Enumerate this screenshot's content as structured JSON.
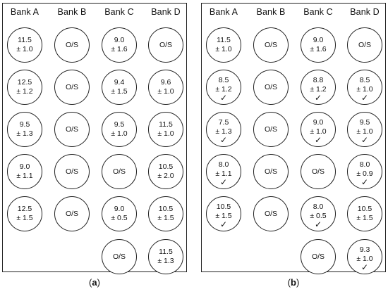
{
  "panels": [
    {
      "id": "a",
      "caption": {
        "open": "(",
        "letter": "a",
        "close": ")"
      },
      "headers": [
        "Bank A",
        "Bank B",
        "Bank C",
        "Bank D"
      ],
      "rows": [
        [
          {
            "l1": "11.5",
            "l2": "± 1.0",
            "check": ""
          },
          {
            "l1": "O/S",
            "l2": "",
            "check": ""
          },
          {
            "l1": "9.0",
            "l2": "± 1.6",
            "check": ""
          },
          {
            "l1": "O/S",
            "l2": "",
            "check": ""
          }
        ],
        [
          {
            "l1": "12.5",
            "l2": "± 1.2",
            "check": ""
          },
          {
            "l1": "O/S",
            "l2": "",
            "check": ""
          },
          {
            "l1": "9.4",
            "l2": "± 1.5",
            "check": ""
          },
          {
            "l1": "9.6",
            "l2": "± 1.0",
            "check": ""
          }
        ],
        [
          {
            "l1": "9.5",
            "l2": "± 1.3",
            "check": ""
          },
          {
            "l1": "O/S",
            "l2": "",
            "check": ""
          },
          {
            "l1": "9.5",
            "l2": "± 1.0",
            "check": ""
          },
          {
            "l1": "11.5",
            "l2": "± 1.0",
            "check": ""
          }
        ],
        [
          {
            "l1": "9.0",
            "l2": "± 1.1",
            "check": ""
          },
          {
            "l1": "O/S",
            "l2": "",
            "check": ""
          },
          {
            "l1": "O/S",
            "l2": "",
            "check": ""
          },
          {
            "l1": "10.5",
            "l2": "± 2.0",
            "check": ""
          }
        ],
        [
          {
            "l1": "12.5",
            "l2": "± 1.5",
            "check": ""
          },
          {
            "l1": "O/S",
            "l2": "",
            "check": ""
          },
          {
            "l1": "9.0",
            "l2": "± 0.5",
            "check": ""
          },
          {
            "l1": "10.5",
            "l2": "± 1.5",
            "check": ""
          }
        ],
        [
          null,
          null,
          {
            "l1": "O/S",
            "l2": "",
            "check": ""
          },
          {
            "l1": "11.5",
            "l2": "± 1.3",
            "check": ""
          }
        ]
      ]
    },
    {
      "id": "b",
      "caption": {
        "open": "(",
        "letter": "b",
        "close": ")"
      },
      "headers": [
        "Bank A",
        "Bank B",
        "Bank C",
        "Bank D"
      ],
      "rows": [
        [
          {
            "l1": "11.5",
            "l2": "± 1.0",
            "check": ""
          },
          {
            "l1": "O/S",
            "l2": "",
            "check": ""
          },
          {
            "l1": "9.0",
            "l2": "± 1.6",
            "check": ""
          },
          {
            "l1": "O/S",
            "l2": "",
            "check": ""
          }
        ],
        [
          {
            "l1": "8.5",
            "l2": "± 1.2",
            "check": "✓"
          },
          {
            "l1": "O/S",
            "l2": "",
            "check": ""
          },
          {
            "l1": "8.8",
            "l2": "± 1.2",
            "check": "✓"
          },
          {
            "l1": "8.5",
            "l2": "± 1.0",
            "check": "✓"
          }
        ],
        [
          {
            "l1": "7.5",
            "l2": "± 1.3",
            "check": "✓"
          },
          {
            "l1": "O/S",
            "l2": "",
            "check": ""
          },
          {
            "l1": "9.0",
            "l2": "± 1.0",
            "check": "✓"
          },
          {
            "l1": "9.5",
            "l2": "± 1.0",
            "check": "✓"
          }
        ],
        [
          {
            "l1": "8.0",
            "l2": "± 1.1",
            "check": "✓"
          },
          {
            "l1": "O/S",
            "l2": "",
            "check": ""
          },
          {
            "l1": "O/S",
            "l2": "",
            "check": ""
          },
          {
            "l1": "8.0",
            "l2": "± 0.9",
            "check": "✓"
          }
        ],
        [
          {
            "l1": "10.5",
            "l2": "± 1.5",
            "check": "✓"
          },
          {
            "l1": "O/S",
            "l2": "",
            "check": ""
          },
          {
            "l1": "8.0",
            "l2": "± 0.5",
            "check": "✓"
          },
          {
            "l1": "10.5",
            "l2": "± 1.5",
            "check": ""
          }
        ],
        [
          null,
          null,
          {
            "l1": "O/S",
            "l2": "",
            "check": ""
          },
          {
            "l1": "9.3",
            "l2": "± 1.0",
            "check": "✓"
          }
        ]
      ]
    }
  ]
}
